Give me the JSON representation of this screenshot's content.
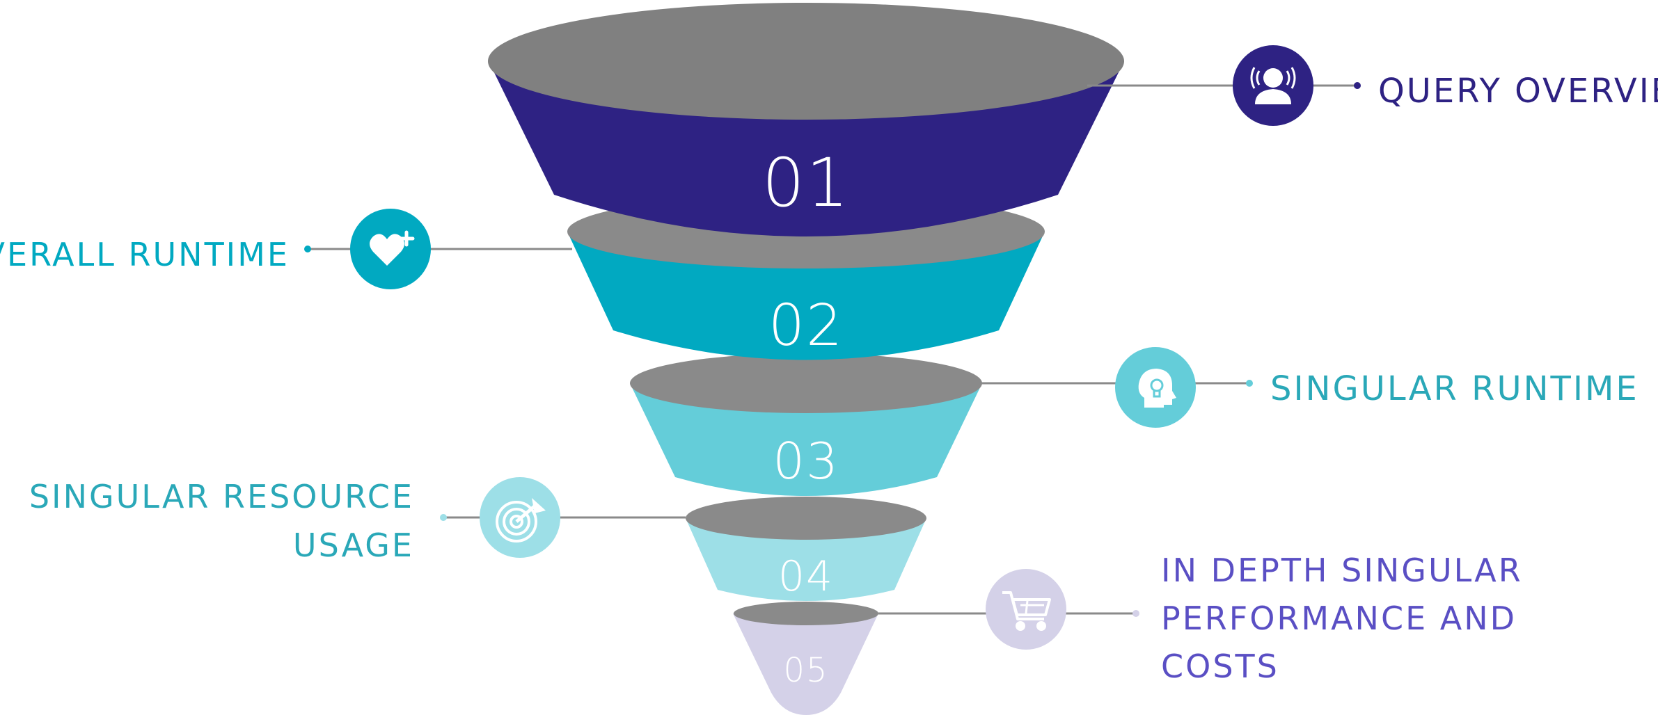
{
  "stages": [
    {
      "number": "01",
      "label_lines": [
        "QUERY OVERVIEW"
      ],
      "icon": "listening-person-icon",
      "color": "#2e2283",
      "label_color": "#2e2283",
      "side": "right"
    },
    {
      "number": "02",
      "label_lines": [
        "OVERALL RUNTIME"
      ],
      "icon": "heart-plus-icon",
      "color": "#01a9c1",
      "label_color": "#01a9c1",
      "side": "left"
    },
    {
      "number": "03",
      "label_lines": [
        "SINGULAR RUNTIME"
      ],
      "icon": "head-lightbulb-icon",
      "color": "#64cdd9",
      "label_color": "#2aa8b8",
      "side": "right"
    },
    {
      "number": "04",
      "label_lines": [
        "SINGULAR RESOURCE",
        "USAGE"
      ],
      "icon": "target-arrow-icon",
      "color": "#9ddfe7",
      "label_color": "#2aa8b8",
      "side": "left"
    },
    {
      "number": "05",
      "label_lines": [
        "IN DEPTH SINGULAR",
        "PERFORMANCE AND",
        "COSTS"
      ],
      "icon": "shopping-cart-icon",
      "color": "#d4d1e8",
      "label_color": "#5a4fc4",
      "side": "right"
    }
  ]
}
